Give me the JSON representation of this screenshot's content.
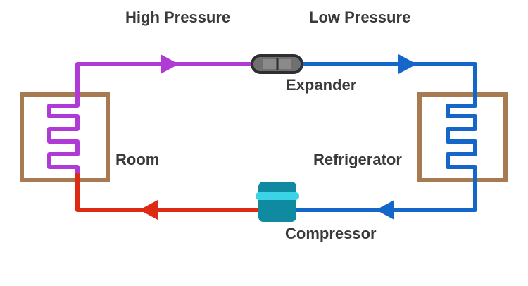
{
  "labels": {
    "high_pressure": "High Pressure",
    "low_pressure": "Low Pressure",
    "expander": "Expander",
    "room": "Room",
    "refrigerator": "Refrigerator",
    "compressor": "Compressor"
  },
  "colors": {
    "high_pressure_pipe": "#b03ad6",
    "low_pressure_pipe": "#1466c8",
    "hot_discharge_pipe": "#dd2a12",
    "box_outline": "#a77a52",
    "expander_body": "#707070",
    "compressor_body": "#0f8aa0",
    "compressor_band": "#3ad4e6",
    "label_text": "#3a3a3a"
  }
}
